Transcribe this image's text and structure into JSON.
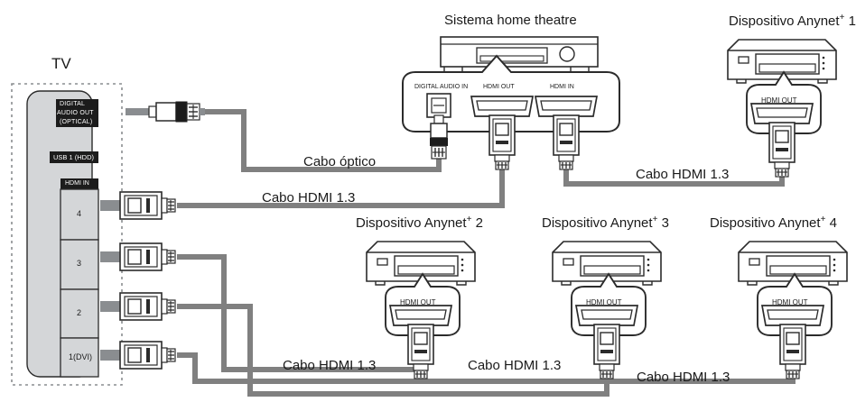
{
  "diagram": {
    "title_tv": "TV",
    "tv_ports": {
      "digital_audio_out": [
        "DIGITAL",
        "AUDIO OUT",
        "(OPTICAL)"
      ],
      "usb": "USB 1 (HDD)",
      "hdmi_in_header": "HDMI IN",
      "hdmi_ports": [
        "4",
        "3",
        "2",
        "1(DVI)"
      ]
    },
    "home_theatre": {
      "title": "Sistema home theatre",
      "ports": [
        "DIGITAL AUDIO IN",
        "HDMI OUT",
        "HDMI IN"
      ]
    },
    "devices": [
      {
        "title_prefix": "Dispositivo Anynet",
        "sup": "+",
        "index": "1",
        "port": "HDMI OUT"
      },
      {
        "title_prefix": "Dispositivo Anynet",
        "sup": "+",
        "index": "2",
        "port": "HDMI OUT"
      },
      {
        "title_prefix": "Dispositivo Anynet",
        "sup": "+",
        "index": "3",
        "port": "HDMI OUT"
      },
      {
        "title_prefix": "Dispositivo Anynet",
        "sup": "+",
        "index": "4",
        "port": "HDMI OUT"
      }
    ],
    "cables": {
      "optical": "Cabo óptico",
      "hdmi_top": "Cabo HDMI 1.3",
      "hdmi_right_top": "Cabo HDMI 1.3",
      "hdmi_bottom_1": "Cabo HDMI 1.3",
      "hdmi_bottom_2": "Cabo HDMI 1.3",
      "hdmi_bottom_3": "Cabo HDMI 1.3"
    },
    "colors": {
      "cable": "#808080",
      "outline": "#2b2b2b",
      "panel_fill": "#d4d6d8",
      "port_label_bg": "#1c1c1c",
      "port_label_fg": "#ffffff",
      "connector_fill": "#ffffff",
      "background": "#ffffff"
    }
  }
}
